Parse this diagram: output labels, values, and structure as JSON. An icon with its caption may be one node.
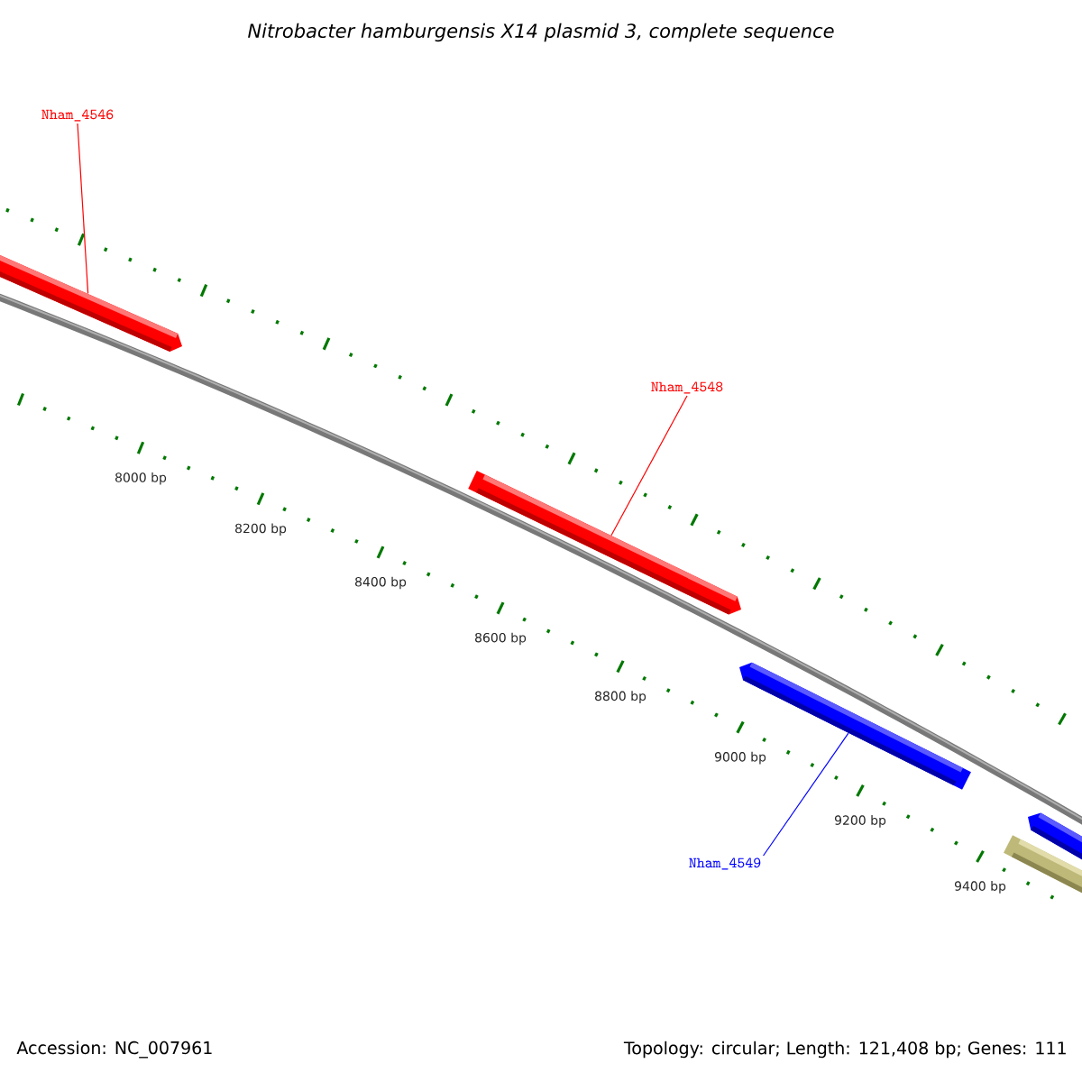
{
  "diagram": {
    "title": "Nitrobacter hamburgensis X14 plasmid 3, complete sequence",
    "nodes": [
      {
        "text": [
          "Nham_4546"
        ]
      },
      {
        "text": [],
        "shape": "bar"
      },
      {
        "text": [
          "Nham_4548"
        ]
      },
      {
        "text": [],
        "shape": "bar"
      },
      {
        "text": [
          "Nham_4549"
        ]
      },
      {
        "text": [],
        "shape": "bar"
      },
      {
        "text": [],
        "shape": "bar"
      },
      {
        "text": [],
        "shape": "bar"
      }
    ],
    "edges": [
      {
        "from": 0,
        "to": 1,
        "arrow": "none"
      },
      {
        "from": 2,
        "to": 3,
        "arrow": "none"
      },
      {
        "from": 4,
        "to": 5,
        "arrow": "none",
        "color": "#0000ff"
      }
    ],
    "labels": [
      "8000 bp",
      "8200 bp",
      "8400 bp",
      "8600 bp",
      "8800 bp",
      "9000 bp",
      "9200 bp",
      "9400 bp",
      "Accession: NC_007961",
      "Topology: circular; Length: 121,408 bp; Genes: 111"
    ]
  }
}
